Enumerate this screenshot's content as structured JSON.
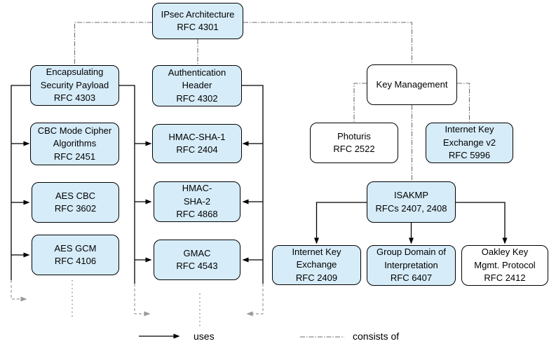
{
  "nodes": {
    "ipsec": {
      "lines": [
        "IPsec Architecture",
        "RFC 4301"
      ]
    },
    "esp": {
      "lines": [
        "Encapsulating",
        "Security Payload",
        "RFC 4303"
      ]
    },
    "cbc": {
      "lines": [
        "CBC Mode Cipher",
        "Algorithms",
        "RFC 2451"
      ]
    },
    "aescbc": {
      "lines": [
        "AES CBC",
        "RFC 3602"
      ]
    },
    "aesgcm": {
      "lines": [
        "AES GCM",
        "RFC 4106"
      ]
    },
    "ah": {
      "lines": [
        "Authentication",
        "Header",
        "RFC 4302"
      ]
    },
    "hmacsha1": {
      "lines": [
        "HMAC-SHA-1",
        "RFC 2404"
      ]
    },
    "hmacsha2": {
      "lines": [
        "HMAC-",
        "SHA-2",
        "RFC 4868"
      ]
    },
    "gmac": {
      "lines": [
        "GMAC",
        "RFC 4543"
      ]
    },
    "km": {
      "lines": [
        "Key Management"
      ]
    },
    "photuris": {
      "lines": [
        "Photuris",
        "RFC 2522"
      ]
    },
    "ikev2": {
      "lines": [
        "Internet Key",
        "Exchange v2",
        "RFC 5996"
      ]
    },
    "isakmp": {
      "lines": [
        "ISAKMP",
        "RFCs 2407, 2408"
      ]
    },
    "ike": {
      "lines": [
        "Internet Key",
        "Exchange",
        "RFC 2409"
      ]
    },
    "gdoi": {
      "lines": [
        "Group Domain of",
        "Interpretation",
        "RFC 6407"
      ]
    },
    "oakley": {
      "lines": [
        "Oakley Key",
        "Mgmt. Protocol",
        "RFC 2412"
      ]
    }
  },
  "legend": {
    "uses_label": "uses",
    "consists_of_label": "consists of"
  },
  "colors": {
    "node_fill_blue": "#d6ecf9",
    "node_fill_white": "#ffffff",
    "line_black": "#000000",
    "line_gray": "#999999",
    "line_dashdot_gray": "#6e6e6e"
  }
}
